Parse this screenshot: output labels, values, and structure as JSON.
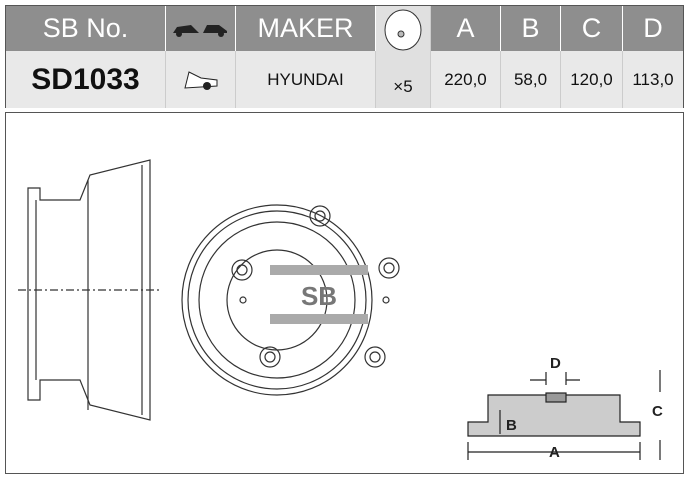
{
  "header": {
    "sb_no": "SB No.",
    "maker": "MAKER",
    "a": "A",
    "b": "B",
    "c": "C",
    "d": "D"
  },
  "row": {
    "sb_no": "SD1033",
    "maker": "HYUNDAI",
    "holes": "×5",
    "a": "220,0",
    "b": "58,0",
    "c": "120,0",
    "d": "113,0"
  },
  "drawing": {
    "logo": "SB",
    "label_a": "A",
    "label_b": "B",
    "label_c": "C",
    "label_d": "D"
  }
}
